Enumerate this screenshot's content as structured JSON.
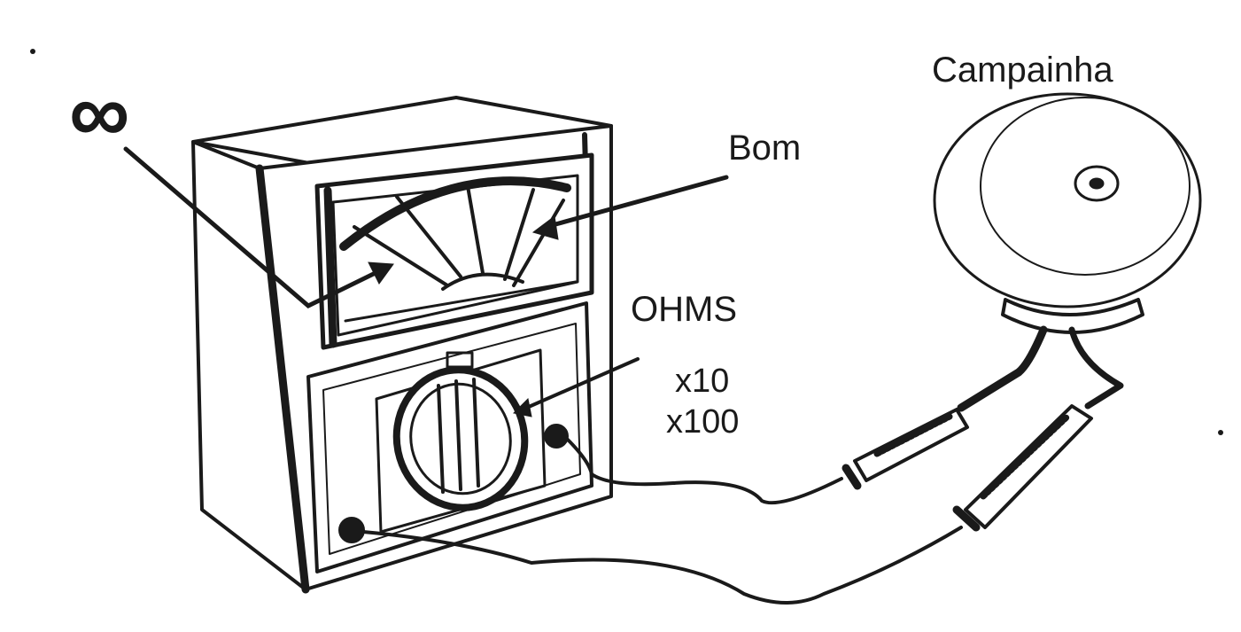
{
  "labels": {
    "infinity": "∞",
    "bom": "Bom",
    "campainha": "Campainha",
    "ohms": "OHMS",
    "x10": "x10",
    "x100": "x100"
  },
  "colors": {
    "ink": "#1a1a1a",
    "background": "#ffffff"
  },
  "icons": {
    "multimeter": "analog-ohmmeter",
    "bell": "electric-bell",
    "probe": "test-probe"
  }
}
